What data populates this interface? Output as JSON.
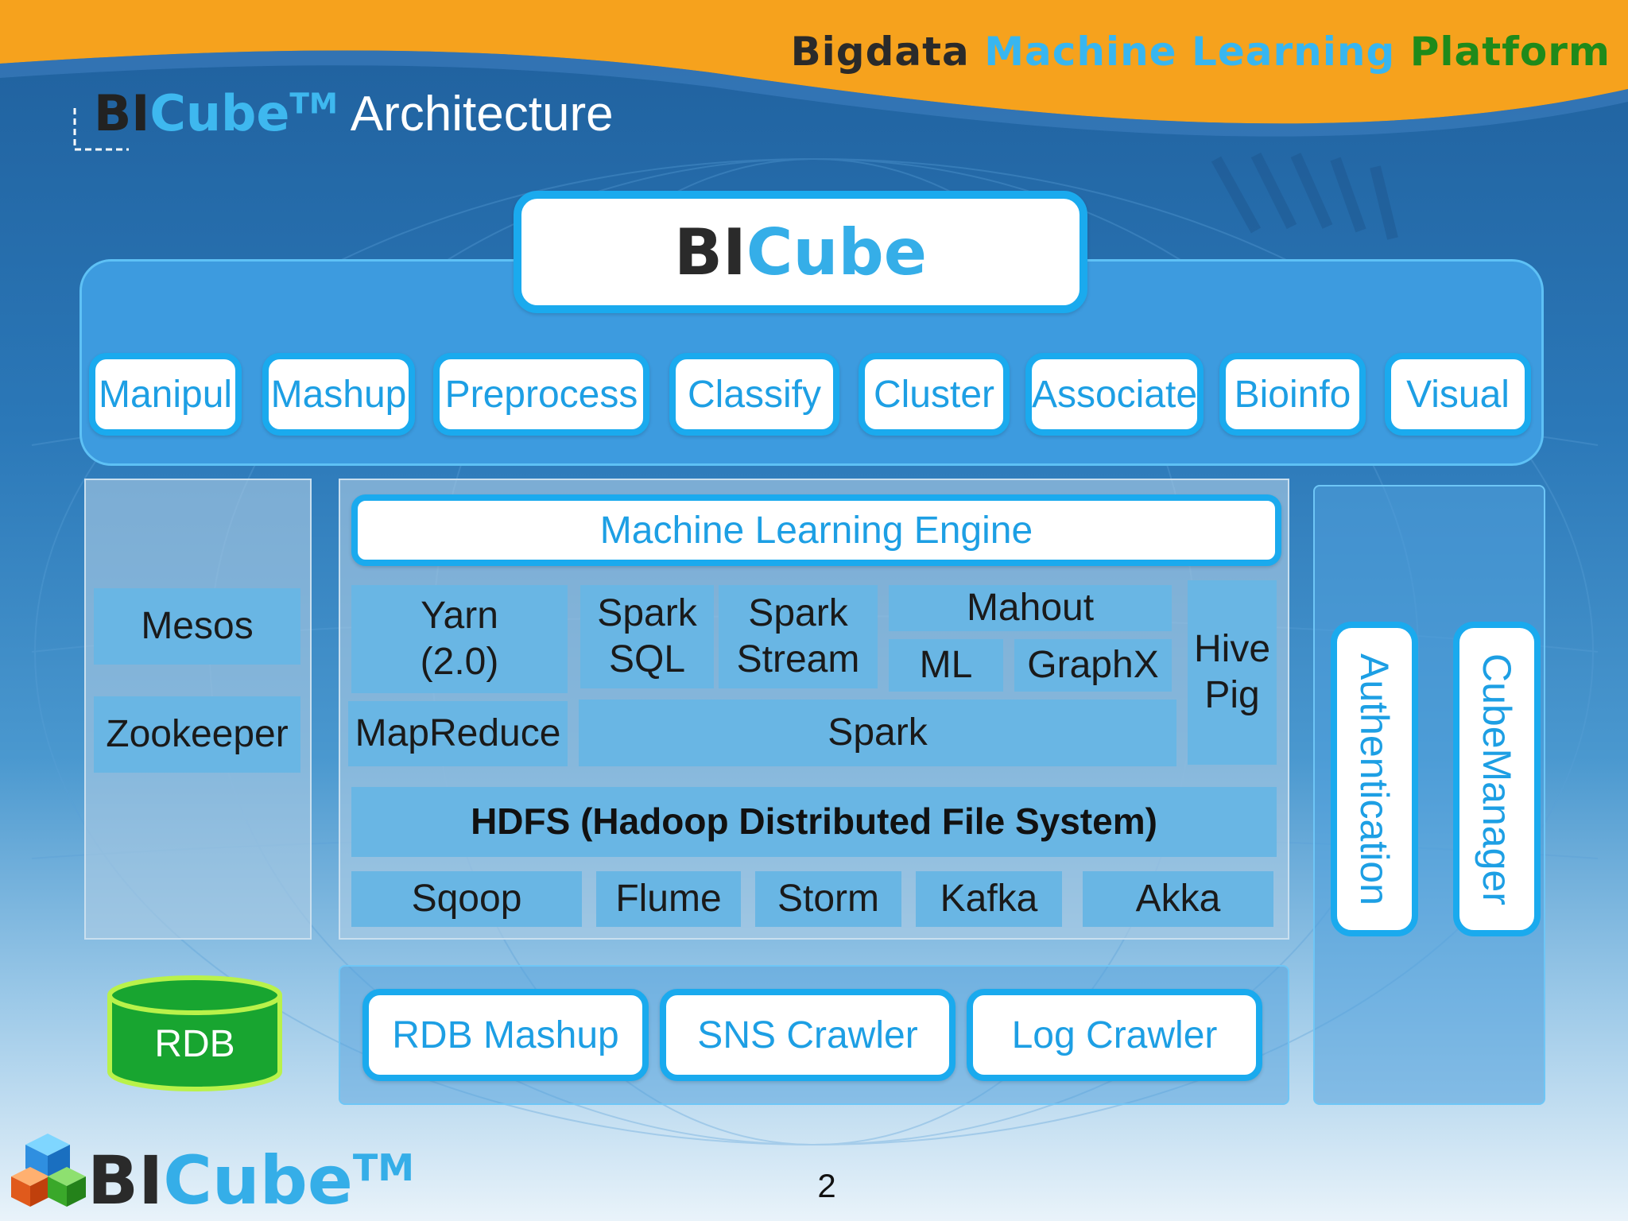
{
  "header": {
    "title_part1": "Bigdata",
    "title_part2": "Machine Learning",
    "title_part3": "Platform"
  },
  "page_title": {
    "bi": "BI",
    "cube": "Cube",
    "tm": "TM",
    "rest": "Architecture"
  },
  "top_box": {
    "bi": "BI",
    "cube": "Cube"
  },
  "modules": [
    "Manipul",
    "Mashup",
    "Preprocess",
    "Classify",
    "Cluster",
    "Associate",
    "Bioinfo",
    "Visual"
  ],
  "left_column": [
    "Mesos",
    "Zookeeper"
  ],
  "engine": {
    "title": "Machine Learning Engine",
    "yarn": "Yarn\n(2.0)",
    "spark_sql": "Spark\nSQL",
    "spark_stream": "Spark\nStream",
    "mahout": "Mahout",
    "ml": "ML",
    "graphx": "GraphX",
    "hive_pig": "Hive\nPig",
    "mapreduce": "MapReduce",
    "spark": "Spark",
    "hdfs": "HDFS (Hadoop Distributed File System)",
    "ingest": [
      "Sqoop",
      "Flume",
      "Storm",
      "Kafka",
      "Akka"
    ]
  },
  "right_column": [
    "Authentication",
    "CubeManager"
  ],
  "rdb": "RDB",
  "crawlers": [
    "RDB Mashup",
    "SNS Crawler",
    "Log Crawler"
  ],
  "footer": {
    "bi": "BI",
    "cube": "Cube",
    "tm": "TM",
    "page_number": "2"
  },
  "colors": {
    "accent_blue": "#1aaaee",
    "header_orange": "#f6a21d",
    "rdb_green": "#18a530",
    "cell_blue": "#69b6e4"
  }
}
